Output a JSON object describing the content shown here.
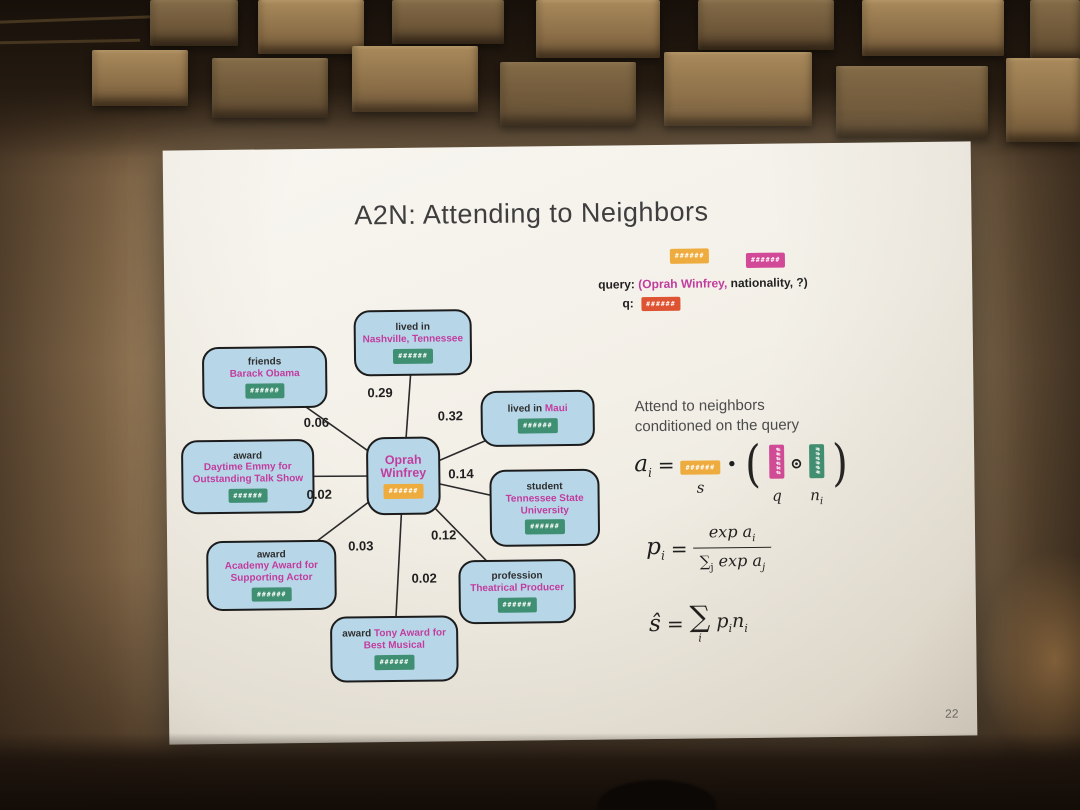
{
  "colors": {
    "node_fill": "#b7d7e9",
    "node_border": "#1c1c1c",
    "entity_magenta": "#c23c9e",
    "emb_green": "#3f8f72",
    "emb_orange": "#eeac3e",
    "emb_magenta": "#d24a97",
    "emb_red": "#de5433"
  },
  "slide": {
    "title": "A2N: Attending to Neighbors",
    "page_number": "22",
    "query": {
      "subject_emb": "######",
      "relation_emb": "######",
      "label": "query:",
      "subject": "(Oprah Winfrey,",
      "relation": "nationality,",
      "object": "?)",
      "q_label": "q:",
      "q_emb": "######"
    },
    "center_node": {
      "name": "Oprah Winfrey",
      "emb": "######"
    },
    "neighbors": [
      {
        "relation": "friends",
        "entity": "Barack Obama",
        "emb": "######",
        "weight": "0.06"
      },
      {
        "relation": "lived in",
        "entity": "Nashville, Tennessee",
        "emb": "######",
        "weight": "0.29"
      },
      {
        "relation": "lived in",
        "entity": "Maui",
        "emb": "######",
        "weight": "0.32"
      },
      {
        "relation": "award",
        "entity": "Daytime Emmy for Outstanding Talk Show",
        "emb": "######",
        "weight": "0.02"
      },
      {
        "relation": "student",
        "entity": "Tennessee State University",
        "emb": "######",
        "weight": "0.14"
      },
      {
        "relation": "award",
        "entity": "Academy Award for Supporting Actor",
        "emb": "######",
        "weight": "0.03"
      },
      {
        "relation": "profession",
        "entity": "Theatrical Producer",
        "emb": "######",
        "weight": "0.12"
      },
      {
        "relation": "award",
        "entity": "Tony Award for Best Musical",
        "emb": "######",
        "weight": "0.02"
      }
    ],
    "note": "Attend to neighbors conditioned on the query",
    "formula_a": {
      "var": "a",
      "var_sub": "i",
      "equals": "=",
      "s_emb": "######",
      "dot": "•",
      "open_paren": "(",
      "q_emb": "######",
      "odot": "⊙",
      "n_emb": "######",
      "close_paren": ")",
      "s_label": "s",
      "q_label": "q",
      "n_label": "n",
      "n_label_sub": "i"
    },
    "formula_p": {
      "var": "p",
      "var_sub": "i",
      "equals": "=",
      "num": "exp a",
      "num_sub": "i",
      "sigma": "∑",
      "sigma_sub": "j",
      "den": "exp a",
      "den_sub": "j"
    },
    "formula_s": {
      "var": "ŝ",
      "equals": "=",
      "sigma": "∑",
      "sigma_sub": "i",
      "p": "p",
      "p_sub": "i",
      "n": "n",
      "n_sub": "i"
    }
  }
}
